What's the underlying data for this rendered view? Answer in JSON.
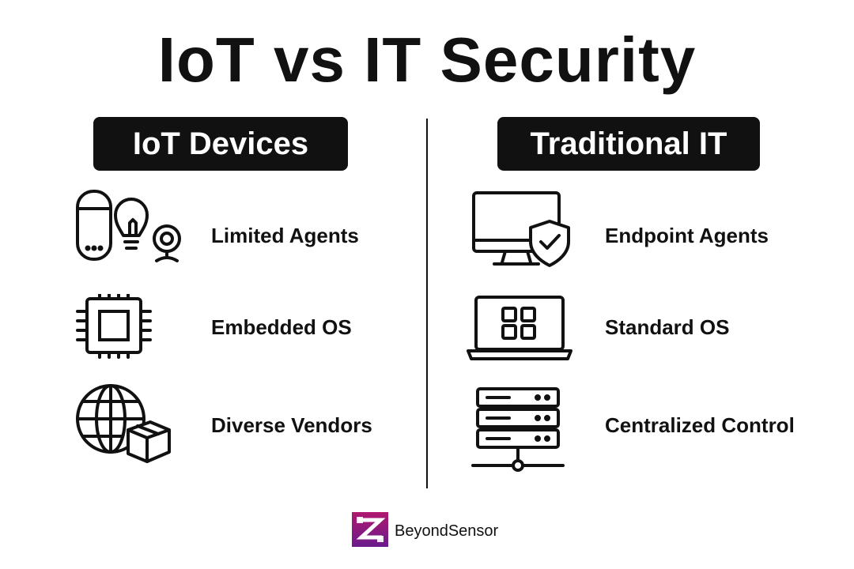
{
  "title": "IoT vs IT Security",
  "left": {
    "heading": "IoT Devices",
    "items": [
      {
        "label": "Limited Agents",
        "icon": "smart-devices-icon"
      },
      {
        "label": "Embedded OS",
        "icon": "chip-icon"
      },
      {
        "label": "Diverse Vendors",
        "icon": "globe-package-icon"
      }
    ]
  },
  "right": {
    "heading": "Traditional IT",
    "items": [
      {
        "label": "Endpoint Agents",
        "icon": "monitor-shield-icon"
      },
      {
        "label": "Standard OS",
        "icon": "laptop-grid-icon"
      },
      {
        "label": "Centralized Control",
        "icon": "server-network-icon"
      }
    ]
  },
  "brand": {
    "name": "BeyondSensor",
    "logo_icon": "beyondsensor-logo-icon",
    "logo_color_top": "#b0186e",
    "logo_color_bottom": "#6a1a8c"
  }
}
